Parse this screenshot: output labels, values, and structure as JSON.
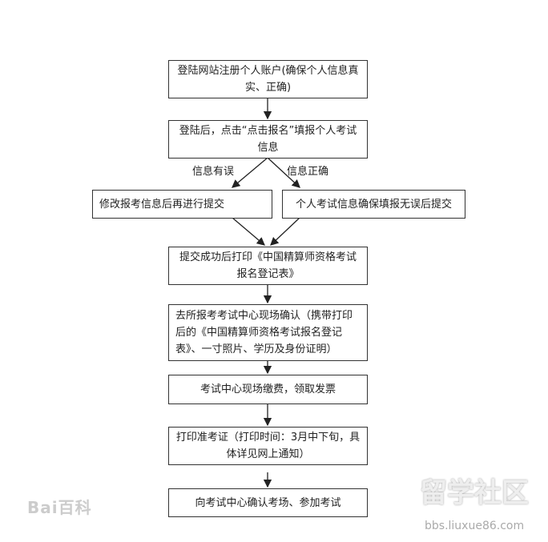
{
  "steps": {
    "register": "登陆网站注册个人账户(确保个人信息真实、正确)",
    "fill_info": "登陆后，点击“点击报名”填报个人考试信息",
    "branch_wrong_label": "信息有误",
    "branch_right_label": "信息正确",
    "modify": "修改报考信息后再进行提交",
    "confirm_submit": "个人考试信息确保填报无误后提交",
    "print_form": "提交成功后打印《中国精算师资格考试报名登记表》",
    "onsite_confirm": "去所报考考试中心现场确认（携带打印后的《中国精算师资格考试报名登记表》、一寸照片、学历及身份证明）",
    "pay_fee": "考试中心现场缴费，领取发票",
    "print_ticket": "打印准考证（打印时间：3月中下旬，具体详见网上通知）",
    "take_exam": "向考试中心确认考场、参加考试"
  },
  "watermarks": {
    "baidu": "Bai百科",
    "site_name": "留学社区",
    "site_url": "bbs.liuxue86.com"
  }
}
